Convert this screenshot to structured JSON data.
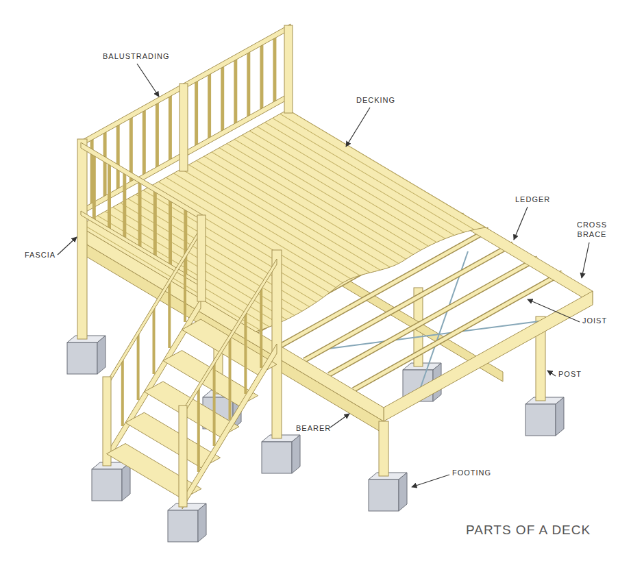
{
  "diagram": {
    "title": "PARTS OF A DECK",
    "labels": [
      "BALUSTRADING",
      "DECKING",
      "LEDGER",
      "CROSS BRACE",
      "FASCIA",
      "JOIST",
      "POST",
      "BEARER",
      "FOOTING"
    ]
  }
}
